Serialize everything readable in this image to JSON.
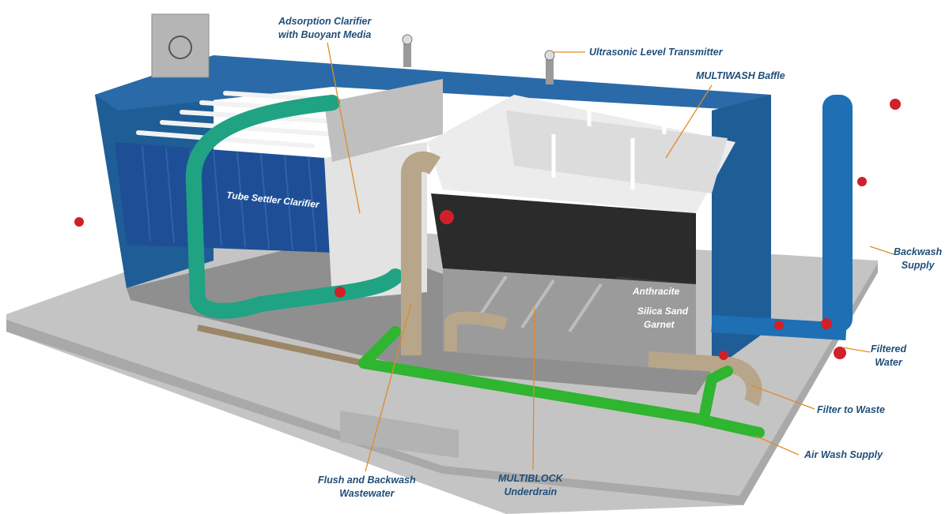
{
  "colors": {
    "label_text": "#1f4e79",
    "leader_line": "#e08a2c",
    "tank_blue": "#1f5d96",
    "tank_wall": "#d9d9d9",
    "base_slab": "#bdbdbd",
    "pipe_teal": "#1fa383",
    "pipe_green": "#2fb52f",
    "pipe_tan": "#b8a68a",
    "pipe_blue": "#1e6fb3",
    "valve_red": "#d0202a"
  },
  "labels": {
    "adsorption_clarifier": {
      "line1": "Adsorption Clarifier",
      "line2": "with Buoyant Media"
    },
    "ultrasonic_level_transmitter": "Ultrasonic Level Transmitter",
    "multiwash_baffle": "MULTIWASH Baffle",
    "backwash_supply": {
      "line1": "Backwash",
      "line2": "Supply"
    },
    "filtered_water": {
      "line1": "Filtered",
      "line2": "Water"
    },
    "filter_to_waste": "Filter to Waste",
    "air_wash_supply": "Air Wash Supply",
    "multiblock_underdrain": {
      "line1": "MULTIBLOCK",
      "line2": "Underdrain"
    },
    "flush_backwash_wastewater": {
      "line1": "Flush and Backwash",
      "line2": "Wastewater"
    },
    "tube_settler_clarifier": "Tube Settler Clarifier",
    "anthracite": "Anthracite",
    "silica_sand": "Silica Sand",
    "garnet": "Garnet"
  }
}
